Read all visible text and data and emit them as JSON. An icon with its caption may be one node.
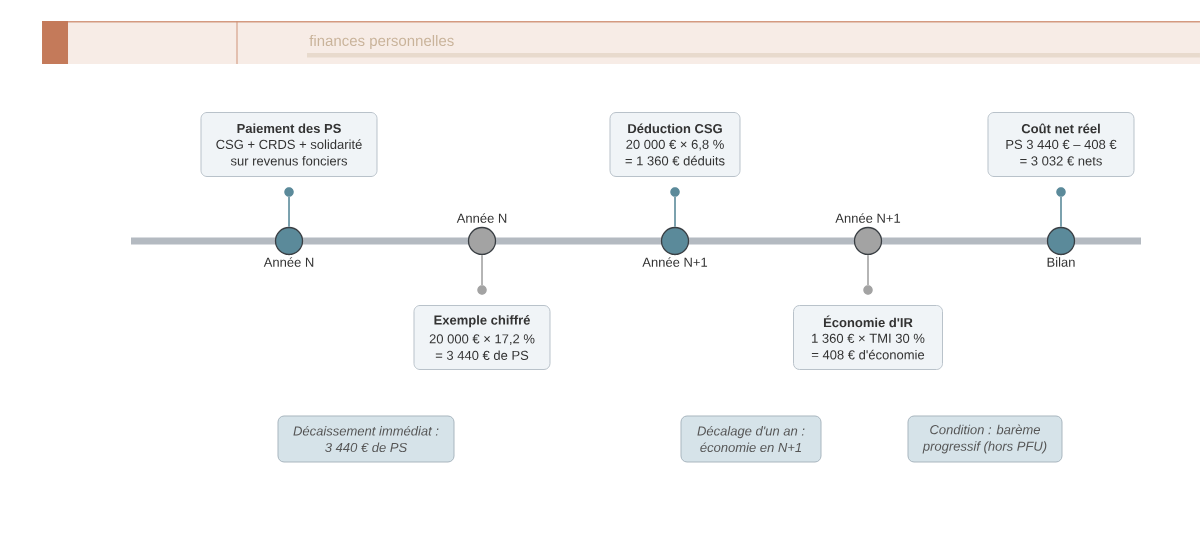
{
  "diagram": {
    "nodes": [
      {
        "text": [
          "Paiement des PS",
          "CSG + CRDS + solidarité sur revenus fonciers"
        ]
      },
      {
        "text": [],
        "shape": "circle"
      },
      {
        "text": [],
        "shape": "circle",
        "beside": [
          "Année N"
        ]
      },
      {
        "text": [],
        "shape": "circle",
        "beside": [
          "Année N"
        ]
      },
      {
        "text": [],
        "shape": "circle"
      },
      {
        "text": [
          "Exemple chiffré",
          "20 000 € × 17,2 % = 3 440 € de PS"
        ]
      },
      {
        "text": [
          "Déduction CSG",
          "20 000 € × 6,8 % = 1 360 € déduits"
        ]
      },
      {
        "text": [],
        "shape": "circle"
      },
      {
        "text": [],
        "shape": "circle",
        "beside": [
          "Année N+1"
        ]
      },
      {
        "text": [],
        "shape": "circle",
        "beside": [
          "Année N+1"
        ]
      },
      {
        "text": [],
        "shape": "circle"
      },
      {
        "text": [
          "Économie d'IR",
          "1 360 € × TMI 30 % = 408 € d'économie"
        ]
      },
      {
        "text": [
          "Coût net réel",
          "PS 3 440 € – 408 € = 3 032 € nets"
        ]
      },
      {
        "text": [],
        "shape": "circle"
      },
      {
        "text": [],
        "shape": "circle",
        "beside": [
          "Bilan"
        ]
      },
      {
        "text": [
          "Décaissement immédiat : 3 440 € de PS"
        ]
      },
      {
        "text": [
          "Décalage d'un an : économie en N+1"
        ]
      },
      {
        "text": [
          "Condition : barème progressif (hors PFU)"
        ]
      }
    ],
    "edges": [
      {
        "from": 2,
        "to": 1,
        "arrow": "none"
      },
      {
        "from": 3,
        "to": 4,
        "arrow": "none",
        "color": "#a3a3a3"
      },
      {
        "from": 8,
        "to": 7,
        "arrow": "none"
      },
      {
        "from": 9,
        "to": 10,
        "arrow": "none",
        "color": "#a3a3a3"
      },
      {
        "from": 14,
        "to": 13,
        "arrow": "none"
      }
    ],
    "labels": [
      "finances personnelles"
    ]
  }
}
